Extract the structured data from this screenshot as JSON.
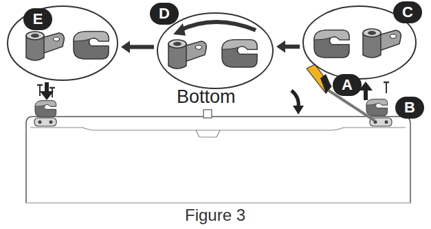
{
  "diagram": {
    "caption": "Figure 3",
    "nodes": [
      {
        "text": [
          "E"
        ]
      },
      {
        "text": [
          "D"
        ]
      },
      {
        "text": [
          "C"
        ]
      },
      {
        "text": [
          "A"
        ]
      },
      {
        "text": [
          "B"
        ]
      }
    ],
    "edges": [
      {
        "from": 2,
        "to": 1,
        "arrow": "to"
      },
      {
        "from": 1,
        "to": 0,
        "arrow": "to"
      }
    ],
    "labels": [
      "Bottom"
    ]
  }
}
